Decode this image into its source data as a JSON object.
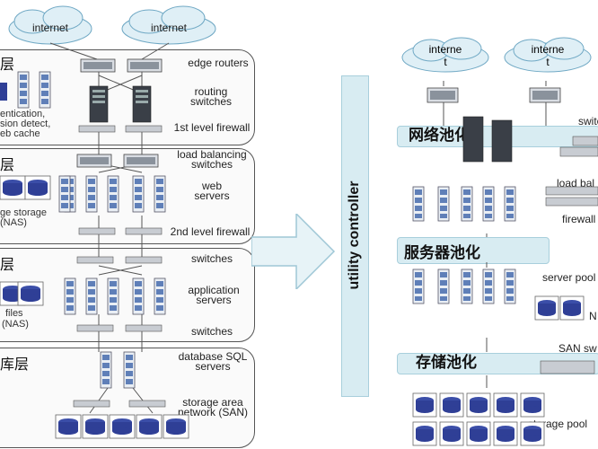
{
  "left": {
    "clouds": [
      "internet",
      "internet"
    ],
    "layers": [
      "层",
      "层",
      "层",
      "库层"
    ],
    "side_text": {
      "security": [
        "entication,",
        "sion detect,",
        "eb cache"
      ],
      "storage": [
        "ge storage",
        "(NAS)"
      ],
      "files": [
        "files",
        "(NAS)"
      ]
    },
    "right_labels": {
      "edge_routers": "edge routers",
      "routing_switches": "routing switches",
      "first_firewall": "1st level firewall",
      "load_balancing": "load balancing switches",
      "web_servers": "web servers",
      "second_firewall": "2nd level firewall",
      "switches_top": "switches",
      "app_servers": "application servers",
      "switches_bottom": "switches",
      "database": "database SQL servers",
      "san": "storage area network (SAN)"
    }
  },
  "right": {
    "utility_controller": "utility controller",
    "clouds": [
      "interne t",
      "interne t"
    ],
    "pools": [
      "网络池化",
      "服务器池化",
      "存储池化"
    ],
    "labels": {
      "switch": "switc",
      "load_balancer": "load bal",
      "firewall": "firewall",
      "server_pool": "server pool",
      "nas": "N",
      "san_switch": "SAN sw",
      "storage_pool": "storage pool"
    }
  },
  "colors": {
    "pool_bar": "#d8ecf2",
    "disk_blue": "#2f3f96",
    "server_blue": "#5f7fb8",
    "arrow": "#e7f3f7"
  }
}
